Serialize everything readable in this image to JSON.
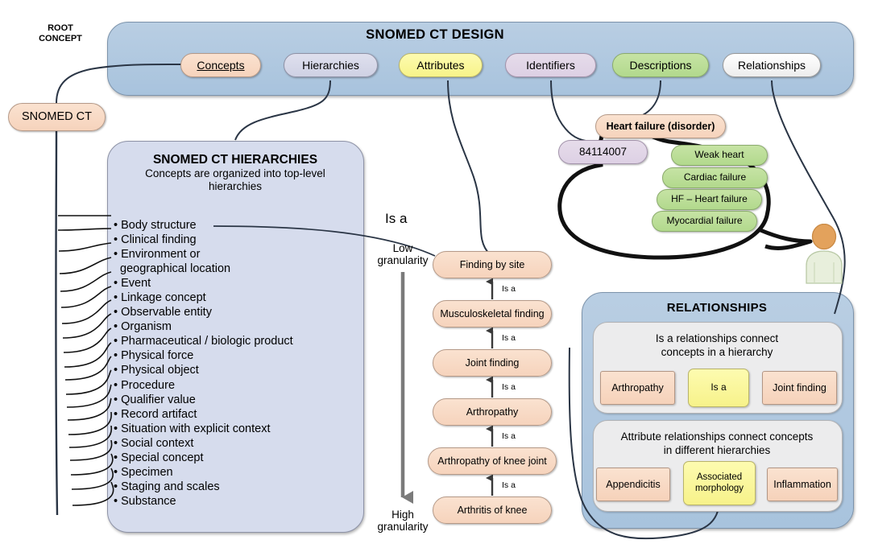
{
  "design_panel": {
    "title": "SNOMED CT DESIGN",
    "components": [
      {
        "label": "Concepts",
        "style": "peach",
        "underline": true
      },
      {
        "label": "Hierarchies",
        "style": "lav",
        "underline": false
      },
      {
        "label": "Attributes",
        "style": "yellow",
        "underline": false
      },
      {
        "label": "Identifiers",
        "style": "mauve",
        "underline": false
      },
      {
        "label": "Descriptions",
        "style": "green",
        "underline": false
      },
      {
        "label": "Relationships",
        "style": "white",
        "underline": false
      }
    ]
  },
  "root": {
    "caption_line1": "ROOT",
    "caption_line2": "CONCEPT",
    "node_label": "SNOMED CT"
  },
  "hierarchies_panel": {
    "title": "SNOMED CT HIERARCHIES",
    "subtitle": "Concepts are organized into top-level hierarchies",
    "items": [
      "Body structure",
      "Clinical finding",
      "Environment or",
      "geographical location",
      "Event",
      "Linkage concept",
      "Observable entity",
      "Organism",
      "Pharmaceutical / biologic product",
      "Physical force",
      "Physical object",
      "Procedure",
      "Qualifier value",
      "Record artifact",
      "Situation with explicit context",
      "Social context",
      "Special concept",
      "Specimen",
      "Staging and scales",
      "Substance"
    ]
  },
  "granularity": {
    "isa_label": "Is a",
    "low_line1": "Low",
    "low_line2": "granularity",
    "high_line1": "High",
    "high_line2": "granularity",
    "chain": [
      {
        "label": "Finding by site"
      },
      {
        "label": "Musculoskeletal finding"
      },
      {
        "label": "Joint finding"
      },
      {
        "label": "Arthropathy"
      },
      {
        "label": "Arthropathy of knee joint"
      },
      {
        "label": "Arthritis of knee"
      }
    ],
    "edge_label": "Is a"
  },
  "concept_example": {
    "fsn": "Heart failure (disorder)",
    "identifier": "84114007",
    "synonyms": [
      "Weak heart",
      "Cardiac failure",
      "HF – Heart failure",
      "Myocardial failure"
    ]
  },
  "relationships_panel": {
    "title": "RELATIONSHIPS",
    "groups": [
      {
        "caption_line1": "Is a  relationships connect",
        "caption_line2": "concepts in a hierarchy",
        "source": "Arthropathy",
        "link": "Is a",
        "link_line2": "",
        "target": "Joint finding"
      },
      {
        "caption_line1": "Attribute relationships connect concepts",
        "caption_line2": "in different hierarchies",
        "source": "Appendicitis",
        "link": "Associated",
        "link_line2": "morphology",
        "target": "Inflammation"
      }
    ]
  },
  "person_icon": {
    "name": "person-icon",
    "head_color": "#e3a25c",
    "body_color": "#e8efdc"
  },
  "colors": {
    "panel_blue": "#b0c8e0",
    "panel_lavender": "#d6dced",
    "peach": "#f8dcc6",
    "yellow": "#fbf79c",
    "green": "#bcdf99",
    "mauve": "#e1d6e6",
    "wire": "#2a3545"
  }
}
